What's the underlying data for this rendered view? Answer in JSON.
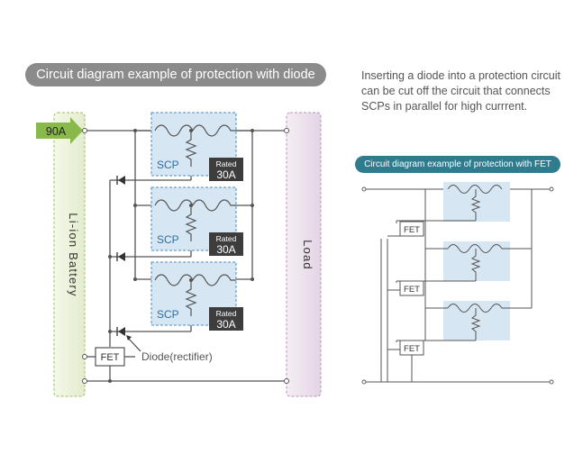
{
  "left_diagram": {
    "title": "Circuit diagram example of protection with diode",
    "current_label": "90A",
    "battery_label": "Li-ion Battery",
    "load_label": "Load",
    "scp_units": [
      {
        "label": "SCP",
        "rated_label": "Rated",
        "rated_value": "30A"
      },
      {
        "label": "SCP",
        "rated_label": "Rated",
        "rated_value": "30A"
      },
      {
        "label": "SCP",
        "rated_label": "Rated",
        "rated_value": "30A"
      }
    ],
    "fet_label": "FET",
    "diode_label": "Diode(rectifier)"
  },
  "description": {
    "lines": [
      "Inserting a diode into a protection circuit",
      "can be cut off the circuit that connects",
      "SCPs in parallel for high currrent."
    ]
  },
  "right_diagram": {
    "title": "Circuit diagram example of protection with FET",
    "fet_labels": [
      "FET",
      "FET",
      "FET"
    ]
  },
  "colors": {
    "scp_fill": "#d6e6f2",
    "scp_border": "#4a8cc4",
    "battery_fill": "#eef4df",
    "load_fill": "#eee2ee",
    "arrow_fill": "#89b94a",
    "rated_box": "#3d3d3d",
    "wire": "#555555"
  }
}
